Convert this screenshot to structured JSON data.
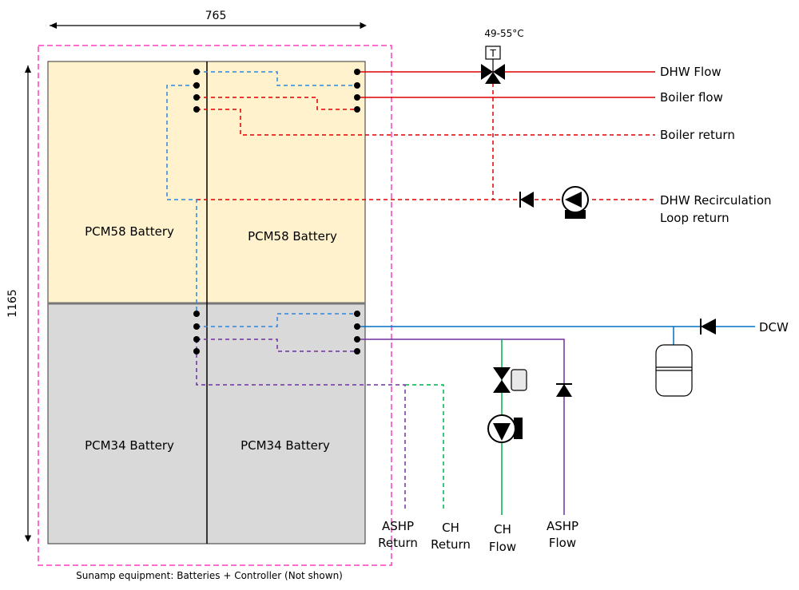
{
  "dimensions": {
    "width_label": "765",
    "height_label": "1165"
  },
  "batteries": {
    "pcm58_left": "PCM58 Battery",
    "pcm58_right": "PCM58 Battery",
    "pcm34_left": "PCM34 Battery",
    "pcm34_right": "PCM34 Battery"
  },
  "footer_caption": "Sunamp equipment: Batteries + Controller (Not shown)",
  "valve": {
    "temperature": "49-55°C",
    "t_label": "T"
  },
  "pipes": {
    "dhw_flow": "DHW Flow",
    "boiler_flow": "Boiler flow",
    "boiler_return": "Boiler return",
    "dhw_recirc_1": "DHW Recirculation",
    "dhw_recirc_2": "Loop return",
    "dcw": "DCW",
    "ashp_return_1": "ASHP",
    "ashp_return_2": "Return",
    "ch_return_1": "CH",
    "ch_return_2": "Return",
    "ch_flow_1": "CH",
    "ch_flow_2": "Flow",
    "ashp_flow_1": "ASHP",
    "ashp_flow_2": "Flow"
  },
  "colors": {
    "pcm58_fill": "#fff2cc",
    "pcm34_fill": "#d9d9d9",
    "hot": "#e00000",
    "cold": "#0070c0",
    "dashed_blue": "#2e86de",
    "ashp": "#7030a0",
    "ch": "#00b050",
    "enclosure": "#ff3dbd"
  }
}
